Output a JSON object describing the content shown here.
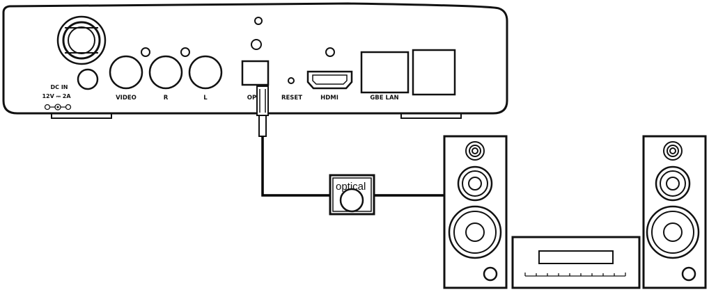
{
  "device": {
    "name": "set-top box rear panel",
    "labels": {
      "dc_in_line1": "DC IN",
      "dc_in_line2": "12V ⎓ 2A",
      "video": "VIDEO",
      "r": "R",
      "l": "L",
      "optical": "OPTI",
      "reset": "RESET",
      "hdmi": "HDMI",
      "lan": "GBE LAN"
    }
  },
  "adapter": {
    "label": "optical"
  },
  "colors": {
    "line": "#111111",
    "background": "#ffffff",
    "cable": "#000000"
  }
}
